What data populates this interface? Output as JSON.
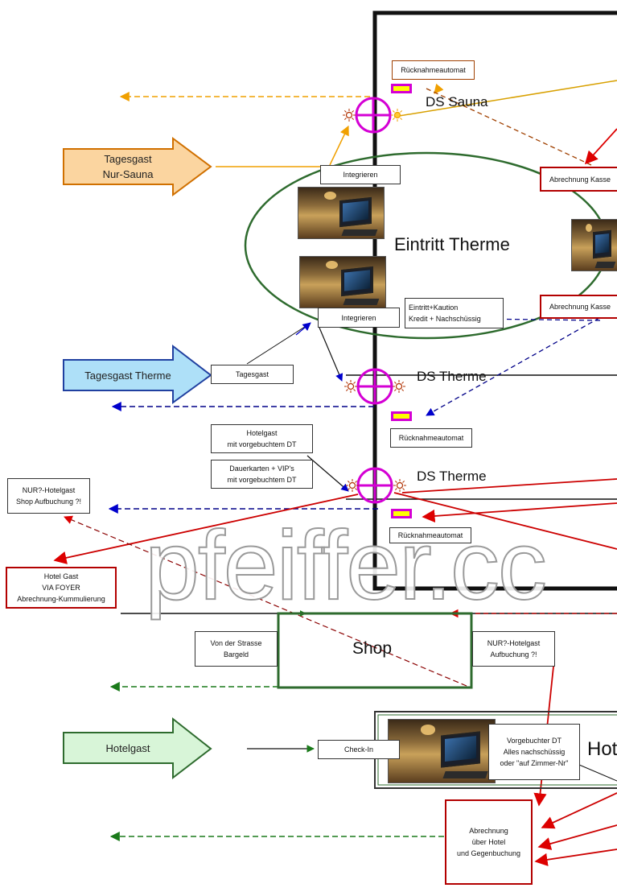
{
  "colors": {
    "orange": "#f0a000",
    "red": "#dd0000",
    "darkred": "#a00000",
    "blue": "#0000cc",
    "green": "#1a7a1a",
    "magenta": "#d400d4",
    "black": "#111111",
    "ellipse": "#2e6b2e"
  },
  "arrows": {
    "tagesgast_sauna": "Tagesgast\nNur-Sauna",
    "tagesgast_therme": "Tagesgast Therme",
    "hotelgast": "Hotelgast"
  },
  "labels": {
    "ds_sauna": "DS Sauna",
    "eintritt_therme": "Eintritt Therme",
    "ds_therme_1": "DS Therme",
    "ds_therme_2": "DS Therme",
    "shop": "Shop",
    "hotel_partial": "Hot"
  },
  "boxes": {
    "ruecknahmeautomat_top": "Rücknahmeautomat",
    "integrieren_1": "Integrieren",
    "abrechnung_kasse_1": "Abrechnung Kasse",
    "abrechnung_kasse_2": "Abrechnung Kasse",
    "integrieren_2": "Integrieren",
    "eintritt_kaution": "Eintritt+Kaution\nKredit + Nachschüssig",
    "tagesgast_small": "Tagesgast",
    "ruecknahmeautomat_mid": "Rücknahmeautomat",
    "hotelgast_dt": "Hotelgast\nmit vorgebuchtem DT",
    "dauerkarten": "Dauerkarten + VIP's\nmit vorgebuchtem DT",
    "nur_hotelgast_shop": "NUR?-Hotelgast\nShop Aufbuchung ?!",
    "ruecknahmeautomat_low": "Rücknahmeautomat",
    "hotel_gast_foyer": "Hotel Gast\nVIA FOYER\nAbrechnung-Kummulierung",
    "von_der_strasse": "Von der Strasse\nBargeld",
    "nur_hotelgast_aufbuchung": "NUR?-Hotelgast\nAufbuchung ?!",
    "check_in": "Check-In",
    "vorgebuchter_dt": "Vorgebuchter DT\nAlles nachschüssig\noder \"auf Zimmer-Nr\"",
    "abrechnung_hotel": "Abrechnung\nüber Hotel\nund Gegenbuchung"
  },
  "watermark": "pfeiffer.cc",
  "icons": [
    "turnstile-icon",
    "sun-icon",
    "computer-photo"
  ]
}
